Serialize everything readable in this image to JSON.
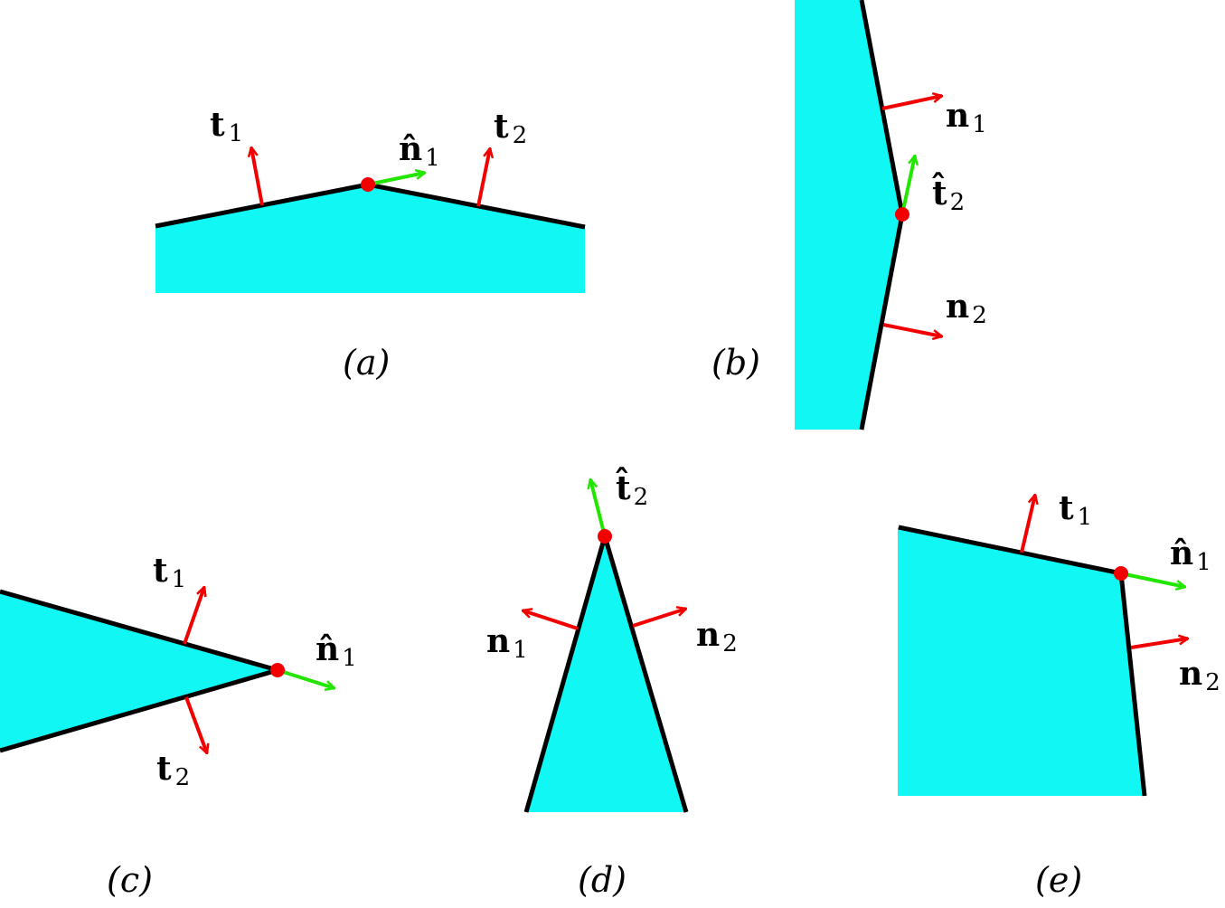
{
  "colors": {
    "fill": "#11F8F4",
    "edge": "#000000",
    "red_arrow": "#F20000",
    "green_arrow": "#22E600",
    "vertex": "#F20000"
  },
  "panels": {
    "a": {
      "caption": "(a)",
      "labels": {
        "t1": {
          "sym": "t",
          "sub": "1"
        },
        "n1hat": {
          "sym": "n̂",
          "sub": "1"
        },
        "t2": {
          "sym": "t",
          "sub": "2"
        }
      }
    },
    "b": {
      "caption": "(b)",
      "labels": {
        "n1": {
          "sym": "n",
          "sub": "1"
        },
        "t2hat": {
          "sym": "t̂",
          "sub": "2"
        },
        "n2": {
          "sym": "n",
          "sub": "2"
        }
      }
    },
    "c": {
      "caption": "(c)",
      "labels": {
        "t1": {
          "sym": "t",
          "sub": "1"
        },
        "n1hat": {
          "sym": "n̂",
          "sub": "1"
        },
        "t2": {
          "sym": "t",
          "sub": "2"
        }
      }
    },
    "d": {
      "caption": "(d)",
      "labels": {
        "t2hat": {
          "sym": "t̂",
          "sub": "2"
        },
        "n1": {
          "sym": "n",
          "sub": "1"
        },
        "n2": {
          "sym": "n",
          "sub": "2"
        }
      }
    },
    "e": {
      "caption": "(e)",
      "labels": {
        "t1": {
          "sym": "t",
          "sub": "1"
        },
        "n1hat": {
          "sym": "n̂",
          "sub": "1"
        },
        "n2": {
          "sym": "n",
          "sub": "2"
        }
      }
    }
  }
}
